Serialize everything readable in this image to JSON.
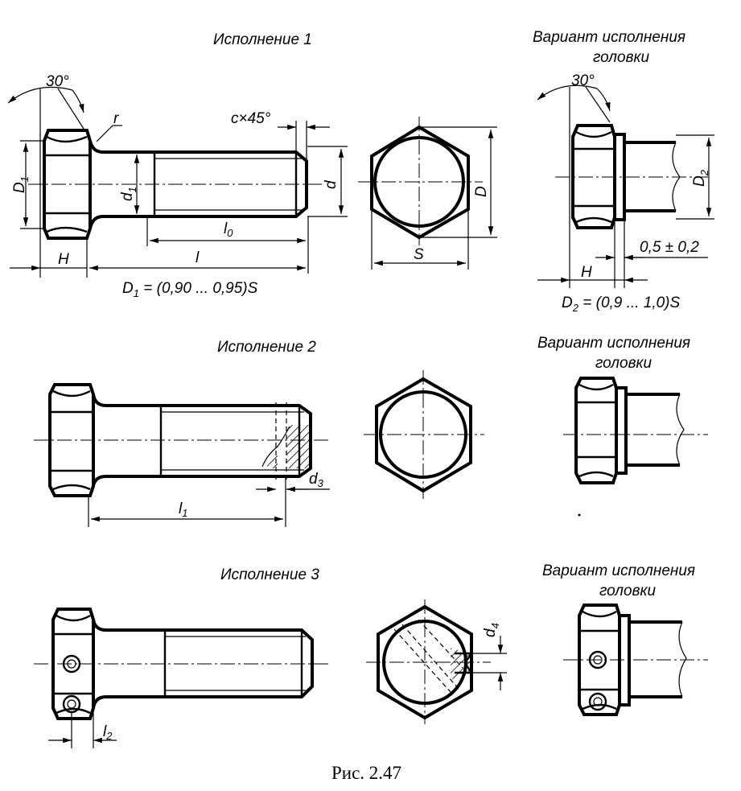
{
  "views": {
    "v1_title": "Исполнение 1",
    "v2_title": "Исполнение 2",
    "v3_title": "Исполнение 3",
    "variant_line1": "Вариант исполнения",
    "variant_line2": "головки"
  },
  "dims": {
    "angle": "30°",
    "r": "r",
    "chamfer": "c×45°",
    "D1": "D",
    "D1_sub": "1",
    "d1": "d",
    "d1_sub": "1",
    "d": "d",
    "D": "D",
    "l0": "l",
    "l0_sub": "0",
    "l": "l",
    "H": "H",
    "S": "S",
    "D2": "D",
    "D2_sub": "2",
    "tol": "0,5 ± 0,2",
    "l1": "l",
    "l1_sub": "1",
    "d3": "d",
    "d3_sub": "3",
    "d4": "d",
    "d4_sub": "4",
    "l2": "l",
    "l2_sub": "2"
  },
  "formulas": {
    "f1_a": "D",
    "f1_sub": "1",
    "f1_b": " = (0,90 ... 0,95)S",
    "f2_a": "D",
    "f2_sub": "2",
    "f2_b": " = (0,9 ... 1,0)S"
  },
  "caption": "Рис. 2.47"
}
